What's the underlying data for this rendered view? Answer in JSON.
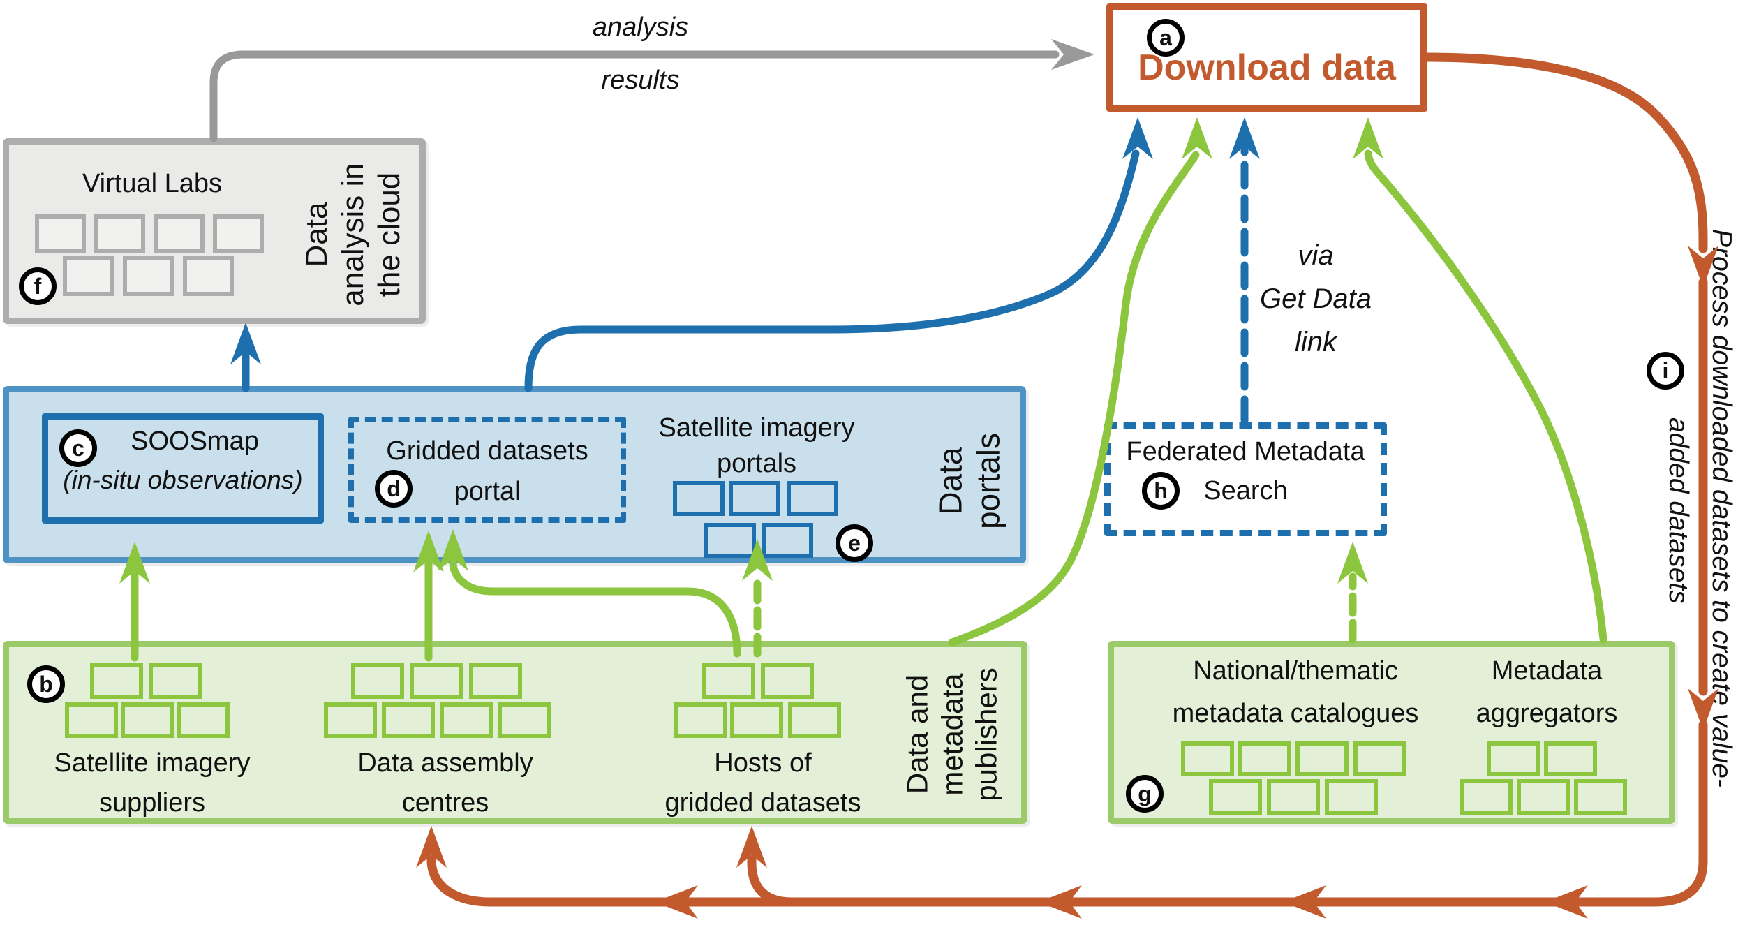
{
  "palette": {
    "orange": "#c25a2e",
    "blue": "#1e6fad",
    "blue_border": "#4e93c3",
    "blue_fill": "#c9dfec",
    "green": "#8cc63e",
    "green_border": "#9bca69",
    "green_fill": "#e4efd8",
    "gray": "#999999",
    "gray_fill": "#eaeae9",
    "gray_border": "#adadad"
  },
  "download": {
    "badge": "a",
    "title": "Download data"
  },
  "virtual_labs": {
    "badge": "f",
    "title": "Virtual Labs",
    "side_lines": [
      "Data",
      "analysis in",
      "the cloud"
    ]
  },
  "data_portals": {
    "side_lines": [
      "Data",
      "portals"
    ],
    "soosmap": {
      "badge": "c",
      "title": "SOOSmap",
      "subtitle": "(in-situ observations)"
    },
    "gridded": {
      "badge": "d",
      "line1": "Gridded datasets",
      "line2": "portal"
    },
    "satellite": {
      "badge": "e",
      "line1": "Satellite imagery",
      "line2": "portals"
    }
  },
  "publishers": {
    "badge": "b",
    "side_lines": [
      "Data and",
      "metadata",
      "publishers"
    ],
    "groups": [
      {
        "line1": "Satellite imagery",
        "line2": "suppliers"
      },
      {
        "line1": "Data assembly",
        "line2": "centres"
      },
      {
        "line1": "Hosts of",
        "line2": "gridded datasets"
      }
    ]
  },
  "federated": {
    "badge": "h",
    "line1": "Federated Metadata",
    "line2": "Search"
  },
  "metadata_publishers": {
    "badge": "g",
    "groups": [
      {
        "line1": "National/thematic",
        "line2": "metadata catalogues"
      },
      {
        "line1": "Metadata",
        "line2": "aggregators"
      }
    ]
  },
  "annotations": {
    "analysis_line1": "analysis",
    "analysis_line2": "results",
    "via_lines": [
      "via",
      "Get Data",
      "link"
    ],
    "process_badge": "i",
    "process_line1": "Process downloaded datasets to create value-",
    "process_line2": "added datasets"
  }
}
